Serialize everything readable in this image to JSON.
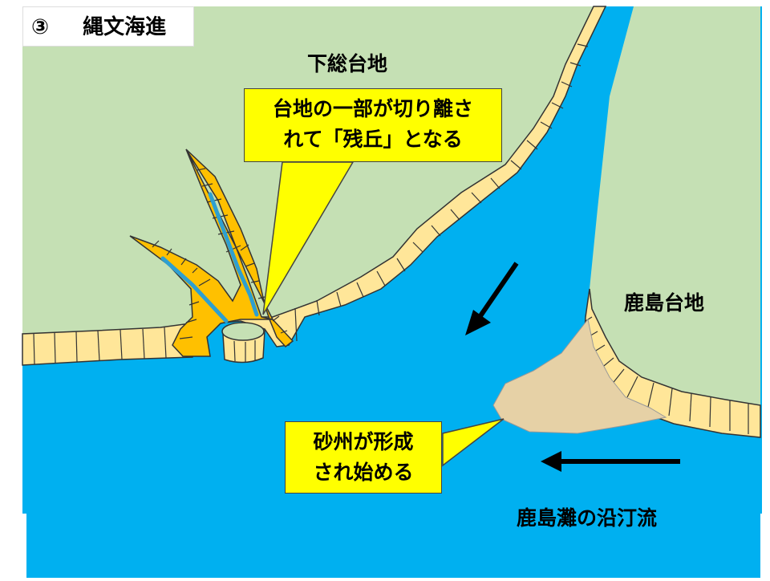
{
  "title": {
    "number": "③",
    "text": "縄文海進"
  },
  "labels": {
    "shimousa": "下総台地",
    "kashima": "鹿島台地",
    "current": "鹿島灘の沿汀流"
  },
  "callouts": {
    "zankyu": [
      "台地の一部が切り離さ",
      "れて「残丘」となる"
    ],
    "sasu": [
      "砂州が形成",
      "され始める"
    ]
  },
  "colors": {
    "water": "#00b0f0",
    "plateau": "#c5e0b4",
    "slope": "#ffe699",
    "valley": "#ffc000",
    "sand": "#e6d1a6",
    "callout": "#ffff00",
    "stream": "#2e9fd0"
  }
}
